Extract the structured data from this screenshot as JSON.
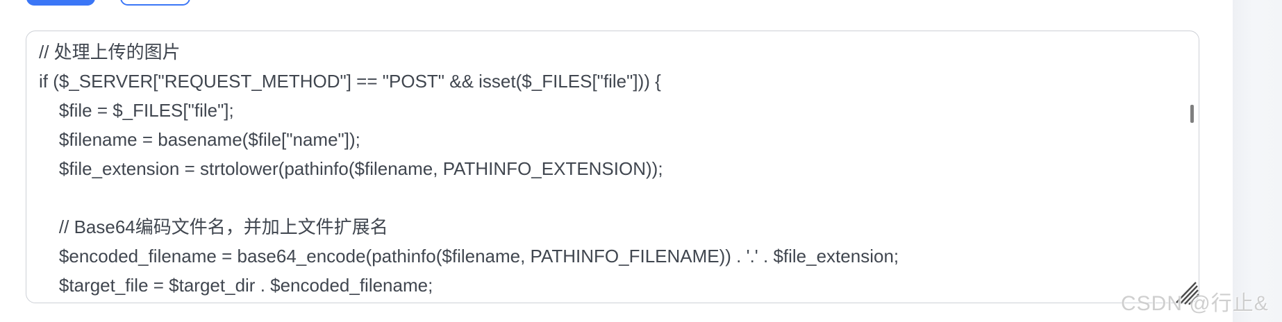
{
  "page": {
    "background_color": "#ffffff",
    "right_gutter_color": "#f2f4f7",
    "accent_color": "#3b76f6"
  },
  "toolbar": {
    "primary_button": {
      "style": "filled",
      "color": "#3b76f6"
    },
    "secondary_button": {
      "style": "outlined",
      "color": "#3b76f6"
    }
  },
  "editor": {
    "type": "textarea",
    "border_color": "#cdd0d6",
    "text_color": "#40464f",
    "lines": [
      "// 处理上传的图片",
      "if ($_SERVER[\"REQUEST_METHOD\"] == \"POST\" && isset($_FILES[\"file\"])) {",
      "    $file = $_FILES[\"file\"];",
      "    $filename = basename($file[\"name\"]);",
      "    $file_extension = strtolower(pathinfo($filename, PATHINFO_EXTENSION));",
      "",
      "    // Base64编码文件名，并加上文件扩展名",
      "    $encoded_filename = base64_encode(pathinfo($filename, PATHINFO_FILENAME)) . '.' . $file_extension;",
      "    $target_file = $target_dir . $encoded_filename;"
    ],
    "scrollbar_thumb_color": "#7f7f7f",
    "resize_grip_color": "#4a4a4a"
  },
  "watermark": {
    "text": "CSDN @行止&"
  }
}
